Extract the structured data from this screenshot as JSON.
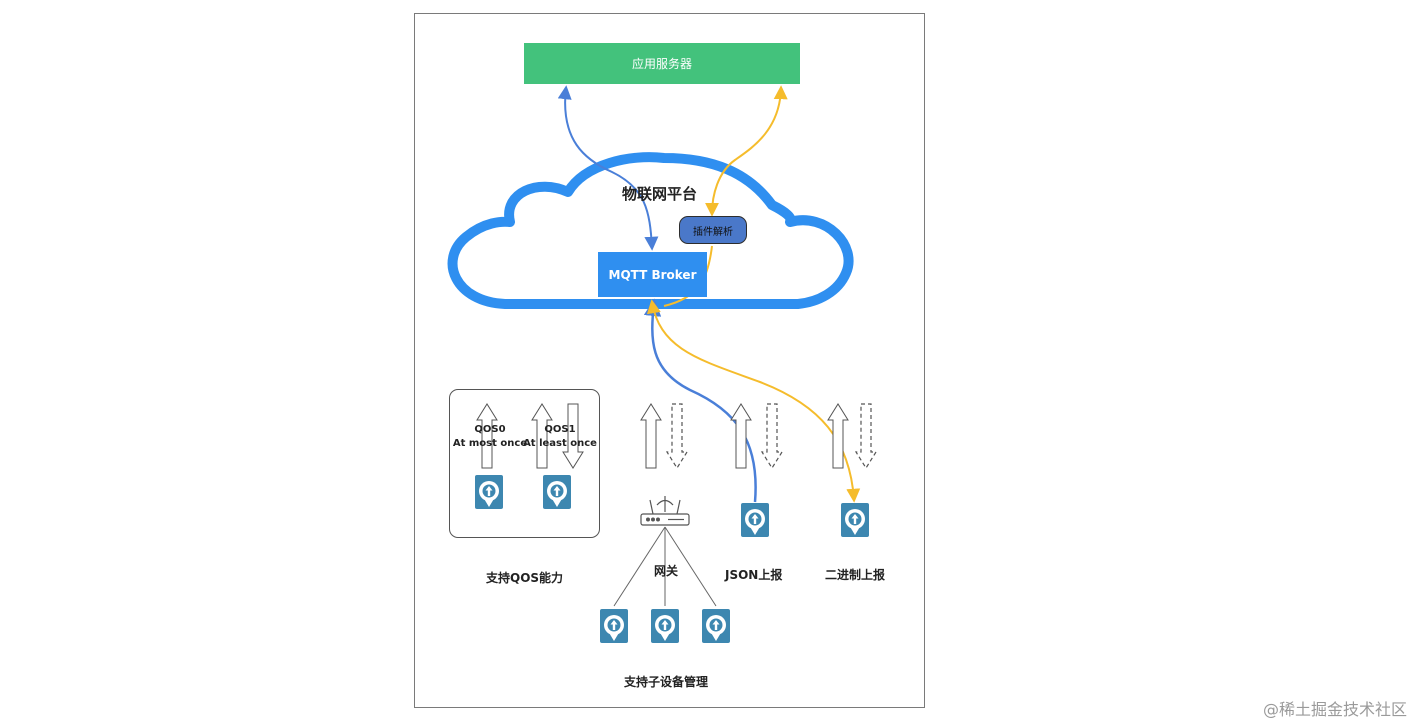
{
  "app_server": {
    "label": "应用服务器"
  },
  "platform": {
    "title": "物联网平台",
    "plugin_label": "插件解析",
    "broker_label": "MQTT Broker"
  },
  "qos": {
    "qos0_title": "QOS0",
    "qos0_desc": "At most once",
    "qos1_title": "QOS1",
    "qos1_desc": "At least once",
    "caption": "支持QOS能力"
  },
  "gateway": {
    "label": "网关",
    "caption": "支持子设备管理"
  },
  "json_report": {
    "label": "JSON上报"
  },
  "binary_report": {
    "label": "二进制上报"
  },
  "watermark": "@稀土掘金技术社区",
  "colors": {
    "app_server": "#43c27c",
    "cloud": "#2f8ff0",
    "broker": "#2f8ff0",
    "plugin": "#4a78c9",
    "blue_line": "#4a7fd8",
    "yellow_line": "#f5bc2c",
    "device": "#3d87b0"
  },
  "icons": [
    "cloud-shape",
    "router-icon",
    "device-icon",
    "arrow-up-icon",
    "arrow-down-dashed-icon"
  ]
}
